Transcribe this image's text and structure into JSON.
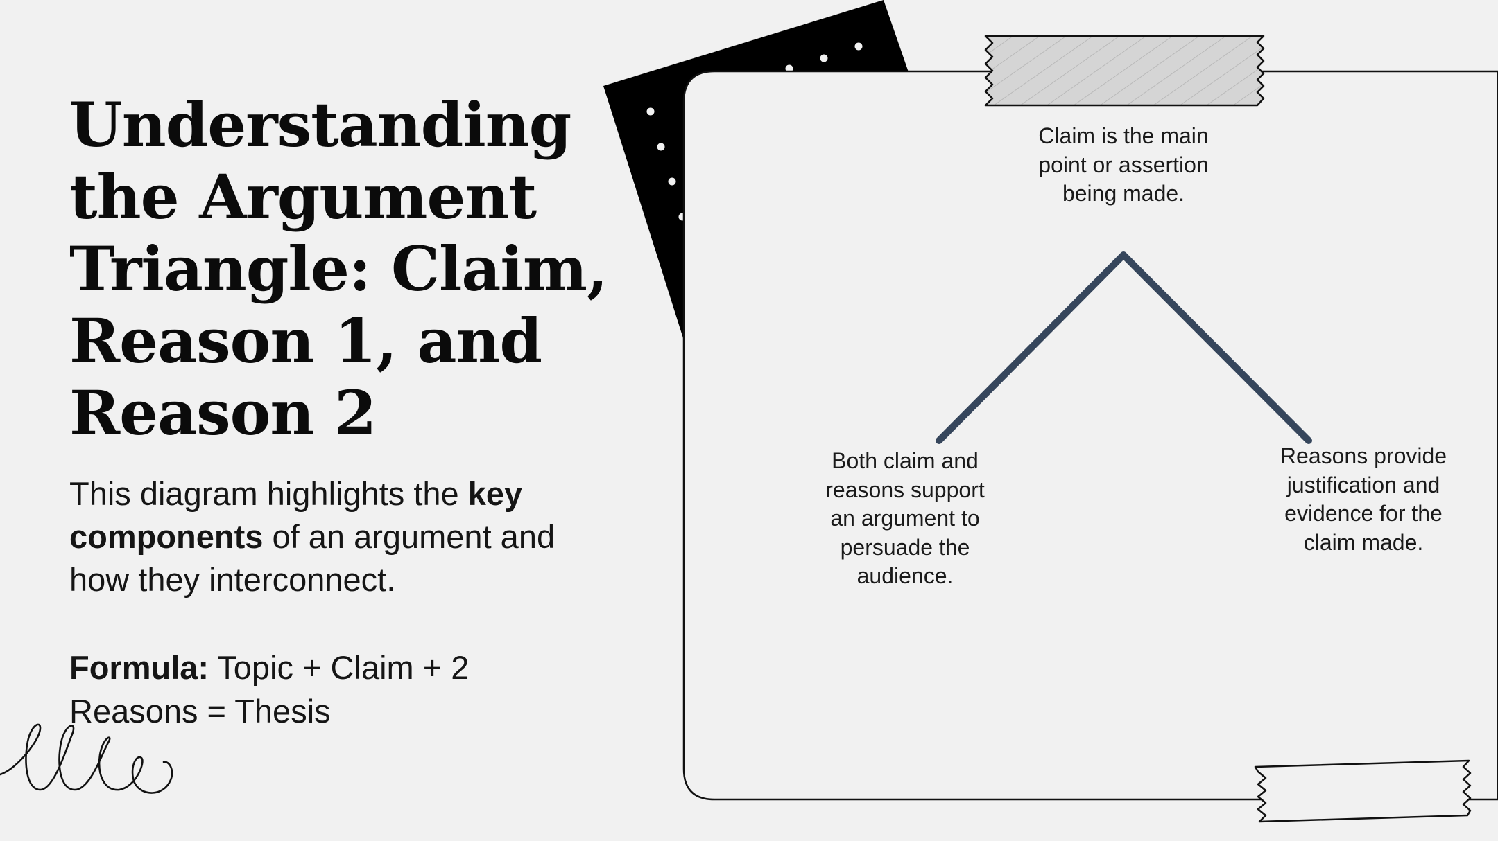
{
  "heading": {
    "title": "Understanding the Argument Triangle: Claim, Reason 1, and Reason 2"
  },
  "description": {
    "prefix": "This diagram highlights the ",
    "emphasis": "key components",
    "suffix": " of an argument and how they interconnect."
  },
  "formula": {
    "label": "Formula:",
    "text": " Topic + Claim + 2 Reasons = Thesis"
  },
  "diagram": {
    "claim_text": "Claim is the main point or assertion being made.",
    "left_text": "Both claim and reasons support an argument to persuade the audience.",
    "right_text": "Reasons provide justification and evidence for the claim made."
  },
  "colors": {
    "background": "#f1f1f1",
    "triangle_line": "#36465c",
    "dark_card": "#000000",
    "tape_fill": "#d5d5d5"
  },
  "icons": [
    "squiggle-doodle-icon",
    "polka-dot-card-icon",
    "tape-strip-icon"
  ]
}
